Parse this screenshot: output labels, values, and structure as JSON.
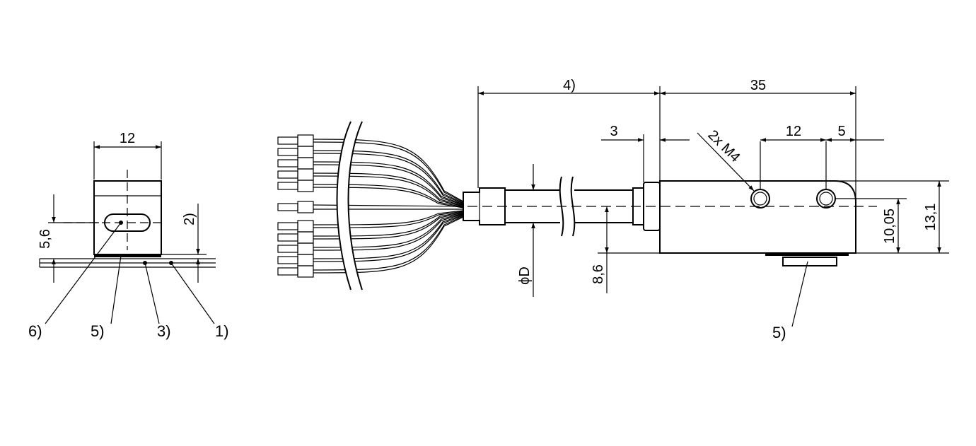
{
  "front_view": {
    "dim_width": "12",
    "dim_height": "5,6",
    "dim_note": "2)",
    "callouts": [
      "6)",
      "5)",
      "3)",
      "1)"
    ]
  },
  "side_view": {
    "dim_cable_length": "4)",
    "dim_body_length": "35",
    "dim_gap": "3",
    "dim_hole_spacing": "12",
    "dim_hole_offset": "5",
    "label_screws": "2x M4",
    "dim_diameter": "ϕD",
    "dim_cable_height": "8,6",
    "dim_hole_height": "10,05",
    "dim_body_height": "13,1",
    "callout_bottom": "5)"
  }
}
